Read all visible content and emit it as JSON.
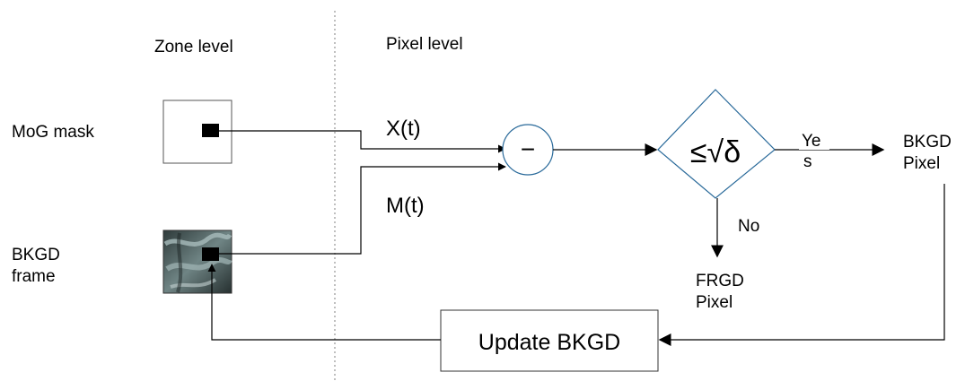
{
  "labels": {
    "zone_level": "Zone level",
    "pixel_level": "Pixel level",
    "mog_mask": "MoG mask",
    "bkgd_frame_line1": "BKGD",
    "bkgd_frame_line2": "frame",
    "x_t": "X(t)",
    "m_t": "M(t)",
    "minus": "−",
    "threshold": "≤√δ",
    "yes_line1": "Ye",
    "yes_line2": "s",
    "no": "No",
    "bkgd_pixel_line1": "BKGD",
    "bkgd_pixel_line2": "Pixel",
    "frgd_pixel_line1": "FRGD",
    "frgd_pixel_line2": "Pixel",
    "update_bkgd": "Update BKGD"
  },
  "colors": {
    "line": "#000000",
    "diamond_stroke": "#2a6a9a",
    "circle_stroke": "#2a6a9a",
    "divider": "#aaaaaa",
    "box_stroke": "#555555"
  }
}
